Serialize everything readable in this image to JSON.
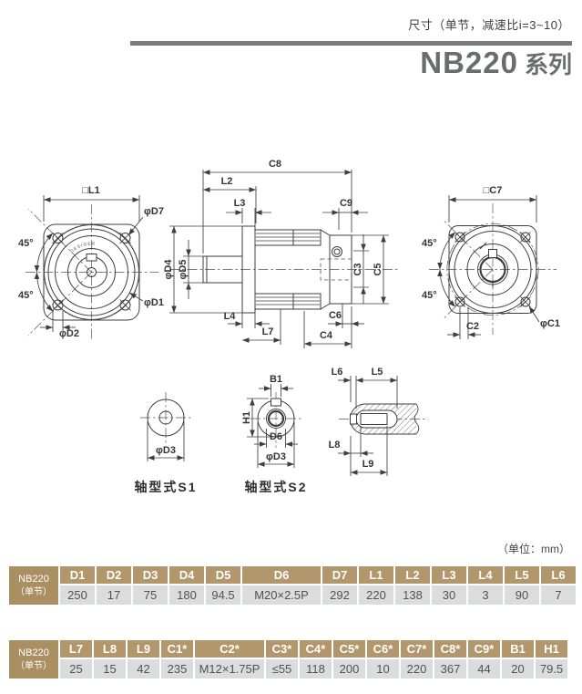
{
  "header": {
    "size_note": "尺寸（单节，减速比i=3~10）",
    "title_model": "NB220",
    "title_series": "系列"
  },
  "unit_note": "（单位：mm）",
  "drawing": {
    "front_view": {
      "dim_l1": "□L1",
      "dim_d7": "φD7",
      "dim_d1": "φD1",
      "dim_d2": "φD2",
      "angle_top": "45°",
      "angle_bottom": "45°",
      "watermark": "DESIGER"
    },
    "side_view": {
      "dim_c8": "C8",
      "dim_l2": "L2",
      "dim_l3": "L3",
      "dim_c9": "C9",
      "dim_d4": "φD4",
      "dim_d5": "φD5",
      "dim_c3": "C3",
      "dim_c5": "C5",
      "dim_l4": "L4",
      "dim_l7": "L7",
      "dim_c6": "C6",
      "dim_c4": "C4"
    },
    "rear_view": {
      "dim_c7": "□C7",
      "angle_top": "45°",
      "angle_bottom": "45°",
      "dim_c2": "C2",
      "dim_c1": "φC1"
    },
    "shaft_s1": {
      "dim_d3": "φD3",
      "caption": "轴型式S1"
    },
    "shaft_s2": {
      "dim_b1": "B1",
      "dim_h1": "H1",
      "dim_d6": "D6",
      "dim_d3": "φD3",
      "caption": "轴型式S2"
    },
    "bore_detail": {
      "dim_l6": "L6",
      "dim_l5": "L5",
      "dim_l8": "L8",
      "dim_l9": "L9"
    }
  },
  "tables": [
    {
      "label_line1": "NB220",
      "label_line2": "（单节）",
      "headers": [
        "D1",
        "D2",
        "D3",
        "D4",
        "D5",
        "D6",
        "D7",
        "L1",
        "L2",
        "L3",
        "L4",
        "L5",
        "L6"
      ],
      "values": [
        "250",
        "17",
        "75",
        "180",
        "94.5",
        "M20×2.5P",
        "292",
        "220",
        "138",
        "30",
        "3",
        "90",
        "7"
      ]
    },
    {
      "label_line1": "NB220",
      "label_line2": "（单节）",
      "headers": [
        "L7",
        "L8",
        "L9",
        "C1*",
        "C2*",
        "C3*",
        "C4*",
        "C5*",
        "C6*",
        "C7*",
        "C8*",
        "C9*",
        "B1",
        "H1"
      ],
      "values": [
        "25",
        "15",
        "42",
        "235",
        "M12×1.75P",
        "≤55",
        "118",
        "200",
        "10",
        "220",
        "367",
        "44",
        "20",
        "79.5"
      ]
    }
  ]
}
